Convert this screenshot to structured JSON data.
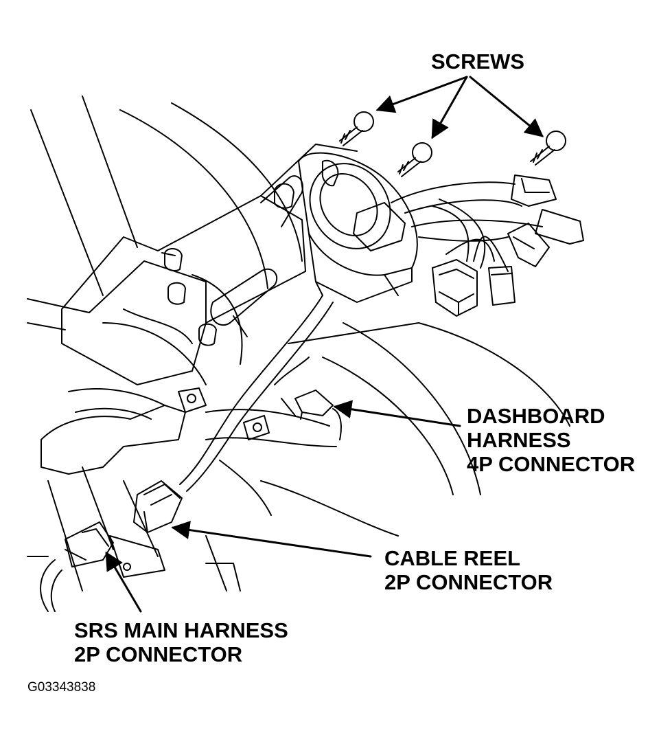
{
  "figure": {
    "id": "G03343838",
    "background": "#ffffff",
    "ink": "#000000"
  },
  "callouts": {
    "screws": "SCREWS",
    "dashboard": {
      "line1": "DASHBOARD",
      "line2": "HARNESS",
      "line3": "4P CONNECTOR"
    },
    "cable_reel": {
      "line1": "CABLE REEL",
      "line2": "2P CONNECTOR"
    },
    "srs_main": {
      "line1": "SRS MAIN HARNESS",
      "line2": "2P CONNECTOR"
    }
  }
}
